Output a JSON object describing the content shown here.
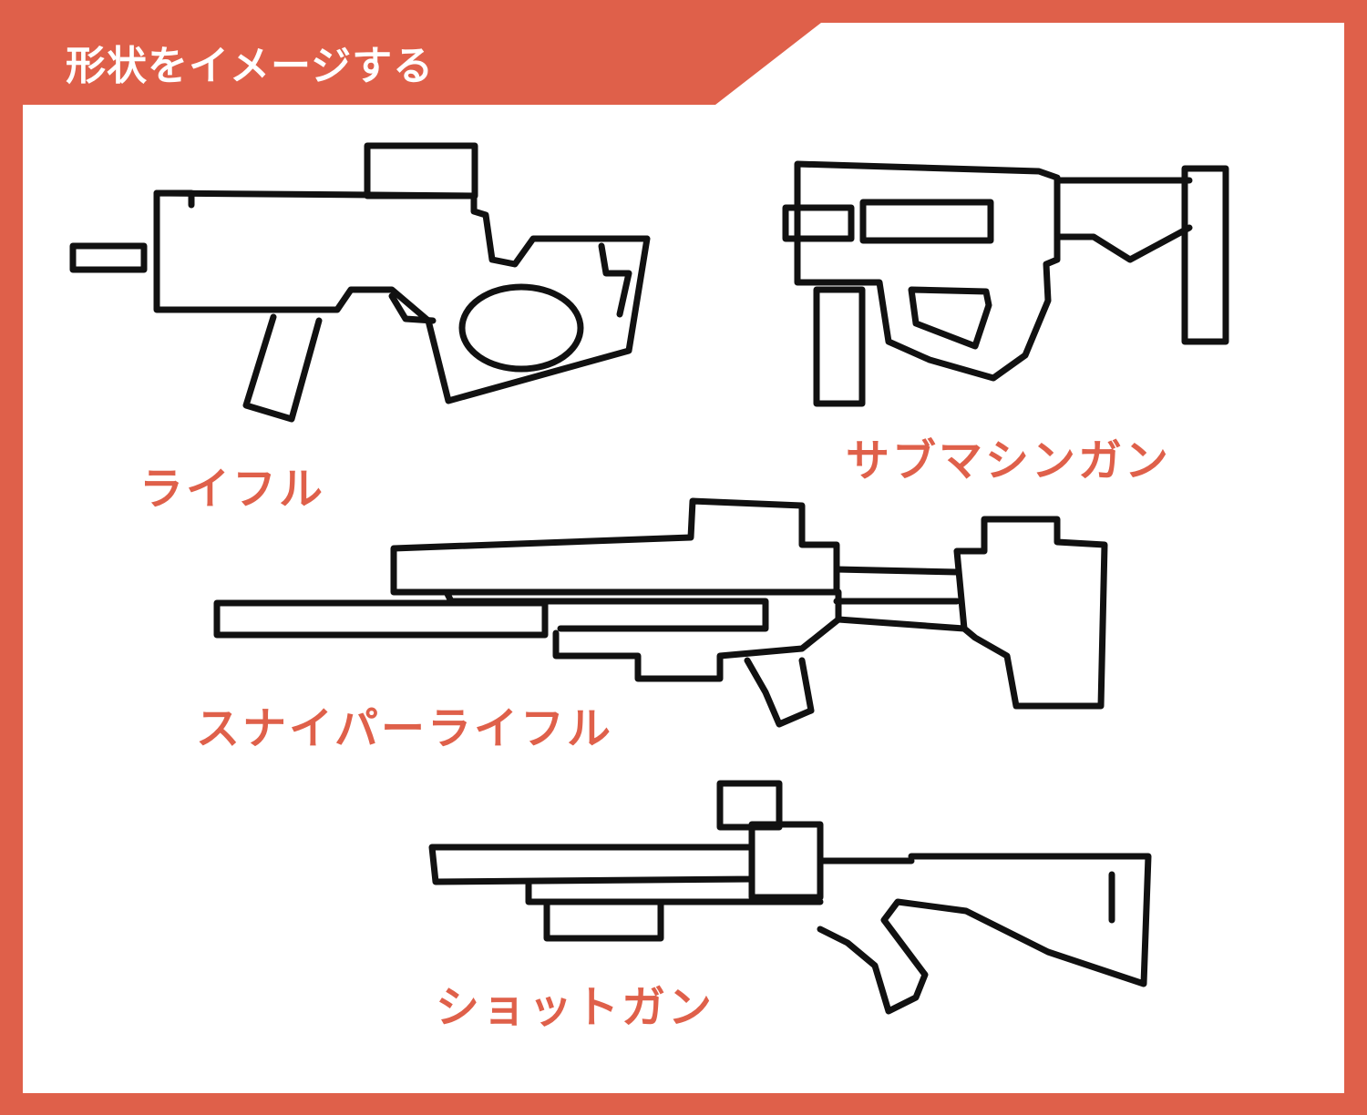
{
  "title": "形状をイメージする",
  "labels": {
    "rifle": "ライフル",
    "smg": "サブマシンガン",
    "sniper": "スナイパーライフル",
    "shotgun": "ショットガン"
  },
  "colors": {
    "accent": "#DF604A",
    "panel": "#FFFFFF",
    "sketch": "#111111"
  }
}
